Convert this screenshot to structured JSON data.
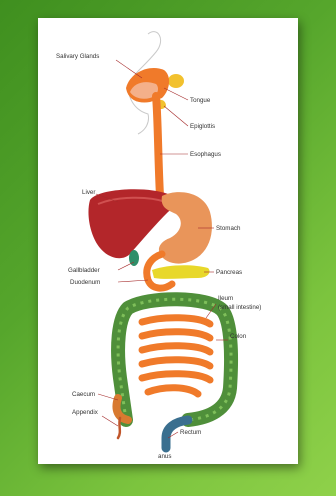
{
  "labels": {
    "salivary_glands": "Salivary Glands",
    "tongue": "Tongue",
    "epiglottis": "Epiglottis",
    "esophagus": "Esophagus",
    "liver": "Liver",
    "stomach": "Stomach",
    "gallbladder": "Gallbladder",
    "duodenum": "Duodenum",
    "pancreas": "Pancreas",
    "ileum": "Ileum",
    "ileum_note": "(small intestine)",
    "colon": "Colon",
    "caecum": "Caecum",
    "appendix": "Appendix",
    "rectum": "Rectum",
    "anus": "anus"
  },
  "colors": {
    "background_dark": "#3f8f1f",
    "background_light": "#8fd14a",
    "digestive_tract": "#f07a2a",
    "liver": "#b3262a",
    "stomach": "#e9955a",
    "pancreas": "#e8d82a",
    "colon": "#4f8f3a",
    "rectum": "#3a6f8f",
    "salivary_gland": "#f2c12e"
  }
}
